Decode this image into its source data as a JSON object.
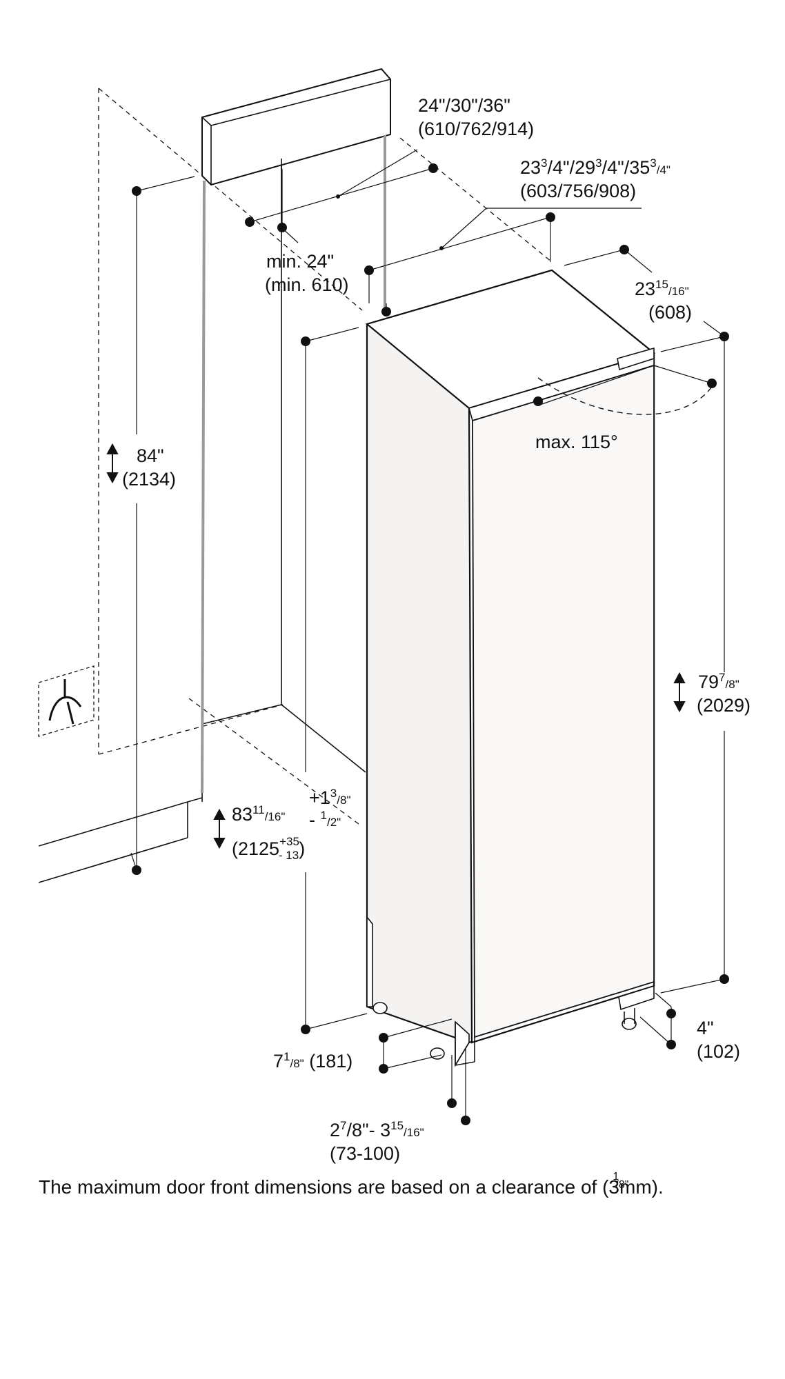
{
  "dimensions": {
    "panel_width": {
      "imperial": "24\"/30\"/36\"",
      "metric": "(610/762/914)"
    },
    "unit_width": {
      "imperial_parts": [
        "23",
        "3",
        "/4\"/29",
        "3",
        "/4\"/35",
        "3",
        "/4\""
      ],
      "metric": "(603/756/908)"
    },
    "min_depth": {
      "imperial": "min. 24\"",
      "metric": "(min. 610)"
    },
    "depth": {
      "whole": "23",
      "num": "15",
      "den": "/16\"",
      "metric": "(608)"
    },
    "door_angle": {
      "text": "max. 115°"
    },
    "total_height": {
      "imperial": "84\"",
      "metric": "(2134)"
    },
    "appliance_height": {
      "whole": "79",
      "num": "7",
      "den": "/8\"",
      "metric": "(2029)"
    },
    "niche_height": {
      "whole": "83",
      "num": "11",
      "den": "/16\"",
      "tol_plus": "+1",
      "tol_plus_num": "3",
      "tol_plus_den": "/8\"",
      "tol_minus": "- ",
      "tol_minus_num": "1",
      "tol_minus_den": "/2\"",
      "metric_base": "(2125",
      "metric_plus": "+35",
      "metric_minus": "- 13",
      "metric_close": ")"
    },
    "plinth_depth": {
      "whole": "7",
      "num": "1",
      "den": "/8\"",
      "metric": " (181)"
    },
    "plinth_height": {
      "imperial": "4\"",
      "metric": "(102)"
    },
    "toe_kick": {
      "whole": "2",
      "num": "7",
      "den": "/8\"- 3",
      "num2": "15",
      "den2": "/16\"",
      "metric": "(73-100)"
    }
  },
  "footnote": {
    "text": "The maximum door front dimensions are based on a clearance of (",
    "overlay_num": "1",
    "overlay_text": "3",
    "overlay_den": "/8\"",
    "end": "mm)."
  },
  "icons": {
    "electrical_outlet": "outlet-icon"
  }
}
